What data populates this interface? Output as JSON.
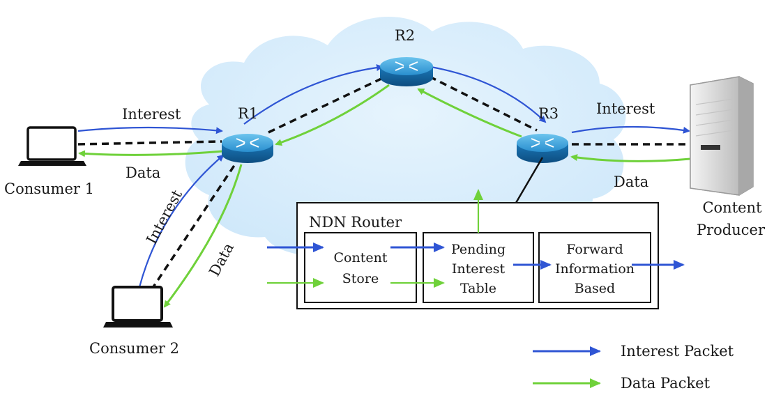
{
  "nodes": {
    "router_r1": "R1",
    "router_r2": "R2",
    "router_r3": "R3",
    "consumer_1": "Consumer 1",
    "consumer_2": "Consumer 2",
    "producer_line1": "Content",
    "producer_line2": "Producer"
  },
  "edge_labels": {
    "interest_c1_r1": "Interest",
    "data_r1_c1": "Data",
    "interest_c2_r1": "Interest",
    "data_r1_c2": "Data",
    "interest_r3_producer": "Interest",
    "data_producer_r3": "Data"
  },
  "ndn_router": {
    "title": "NDN Router",
    "content_store": [
      "Content",
      "Store"
    ],
    "pit": [
      "Pending",
      "Interest",
      "Table"
    ],
    "fib": [
      "Forward",
      "Information",
      "Based"
    ]
  },
  "legend": {
    "interest": "Interest Packet",
    "data": "Data Packet"
  },
  "colors": {
    "interest": "#2f55d4",
    "data": "#6fd13a",
    "link": "#111111",
    "cloud": "#d6ecfb"
  }
}
